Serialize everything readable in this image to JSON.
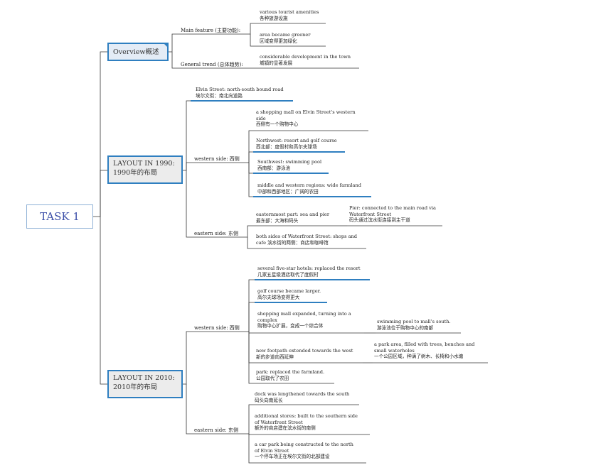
{
  "root": {
    "label": "TASK 1"
  },
  "overview": {
    "label": "Overview概述",
    "main_feature": "Main feature (主要功能):",
    "general_trend": "General trend (总体趋势):",
    "mf_items": [
      {
        "en": "various tourist amenities",
        "zh": "各种旅游设施"
      },
      {
        "en": "area became greener",
        "zh": "区域变得更加绿化"
      }
    ],
    "gt_items": [
      {
        "en": "considerable development in the town",
        "zh": "城镇的显著发展"
      }
    ]
  },
  "layout1990": {
    "label_en": "LAYOUT IN 1990:",
    "label_zh": "1990年的布局",
    "elvin": {
      "en": "Elvin Street: north-south bound road",
      "zh": "埃尔文街：南北向道路"
    },
    "western_label": "western side: 西侧",
    "western_items": [
      {
        "en1": "a shopping mall on Elvin Street's western",
        "en2": "side",
        "zh": "西侧有一个购物中心"
      },
      {
        "en1": "Northwest: resort and golf course",
        "zh": "西北部：度假村和高尔夫球场"
      },
      {
        "en1": "Southwest: swimming pool",
        "zh": "西南部：游泳池"
      },
      {
        "en1": "middle and western regions: wide farmland",
        "zh": "中部和西部地区：广阔的农田"
      }
    ],
    "eastern_label": "eastern side: 东侧",
    "eastern_items": [
      {
        "en1": "easternmost part: sea and pier",
        "zh": "最东部：大海和码头"
      },
      {
        "en1": "both sides of Waterfront Street: shops and",
        "en2": "cafe 滨水街的两侧：商店和咖啡馆"
      }
    ],
    "pier": {
      "en1": "Pier: connected to the main road via",
      "en2": "Waterfront Street",
      "zh": "码头通过滨水街连接到主干道"
    }
  },
  "layout2010": {
    "label_en": "LAYOUT IN 2010:",
    "label_zh": "2010年的布局",
    "western_label": "western side: 西侧",
    "western_items": [
      {
        "en1": "several five-star hotels: replaced the resort",
        "zh": "几家五星级酒店取代了度假村"
      },
      {
        "en1": "golf course became larger.",
        "zh": "高尔夫球场变得更大"
      },
      {
        "en1": "shopping mall expanded, turning into a",
        "en2": "complex",
        "zh": "购物中心扩展，变成一个综合体"
      },
      {
        "en1": "new footpath extended towards the west",
        "zh": "新的步道向西延伸"
      },
      {
        "en1": "park: replaced the farmland.",
        "zh": "公园取代了农田"
      }
    ],
    "swimming": {
      "en1": "swimming pool to mall's south.",
      "zh": "游泳池位于购物中心的南部"
    },
    "park": {
      "en1": "a park area, filled with trees, benches and",
      "en2": "small waterholes",
      "zh": "一个公园区域，种满了树木、长椅和小水塘"
    },
    "eastern_label": "eastern side: 东侧",
    "eastern_items": [
      {
        "en1": "dock was lengthened towards the south",
        "zh": "码头向南延长"
      },
      {
        "en1": "additional stores: built to the southern side",
        "en2": "of Waterfront Street",
        "zh": "额外的商店建在滨水街的南侧"
      },
      {
        "en1": "a car park being constructed to the north",
        "en2": "of Elvin Street",
        "zh": "一个停车场正在埃尔文街的北部建设"
      }
    ]
  }
}
